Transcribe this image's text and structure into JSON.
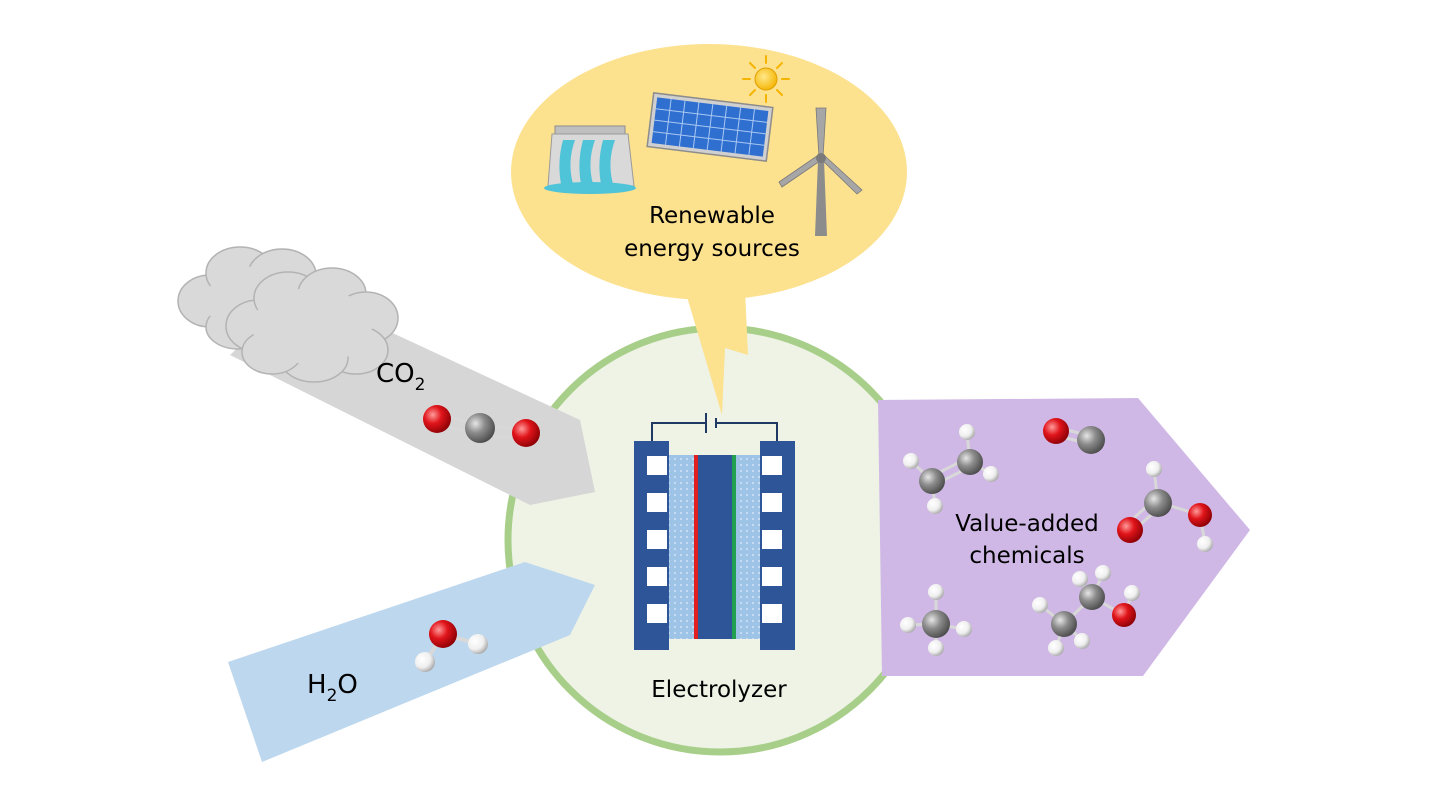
{
  "labels": {
    "energy_line1": "Renewable",
    "energy_line2": "energy sources",
    "co2_main": "CO",
    "co2_sub": "2",
    "h2o_h": "H",
    "h2o_sub": "2",
    "h2o_o": "O",
    "electrolyzer": "Electrolyzer",
    "products_line1": "Value-added",
    "products_line2": "chemicals"
  },
  "colors": {
    "bubble": "#FCE18F",
    "circle_fill": "#EEF3E6",
    "circle_stroke": "#A8CF8A",
    "co2_arrow": "#D6D6D6",
    "h2o_arrow": "#BDD7EE",
    "product_arrow": "#D0B8E6",
    "cloud": "#D9D9D9",
    "electrode": "#2E5597",
    "membrane_light": "#9DC3E6",
    "catalyst_red": "#E02020",
    "catalyst_green": "#20A050",
    "atom_O": "#E0141A",
    "atom_C": "#8C8C8C",
    "atom_H": "#F5F5F5",
    "sun": "#F8C200"
  },
  "icons": [
    "hydro-dam-icon",
    "solar-panel-icon",
    "sun-icon",
    "wind-turbine-icon",
    "cloud-icon",
    "battery-symbol-icon"
  ],
  "molecules": [
    "CO2",
    "H2O",
    "C2H4",
    "CO",
    "HCOOH",
    "CH4",
    "C2H5OH"
  ]
}
